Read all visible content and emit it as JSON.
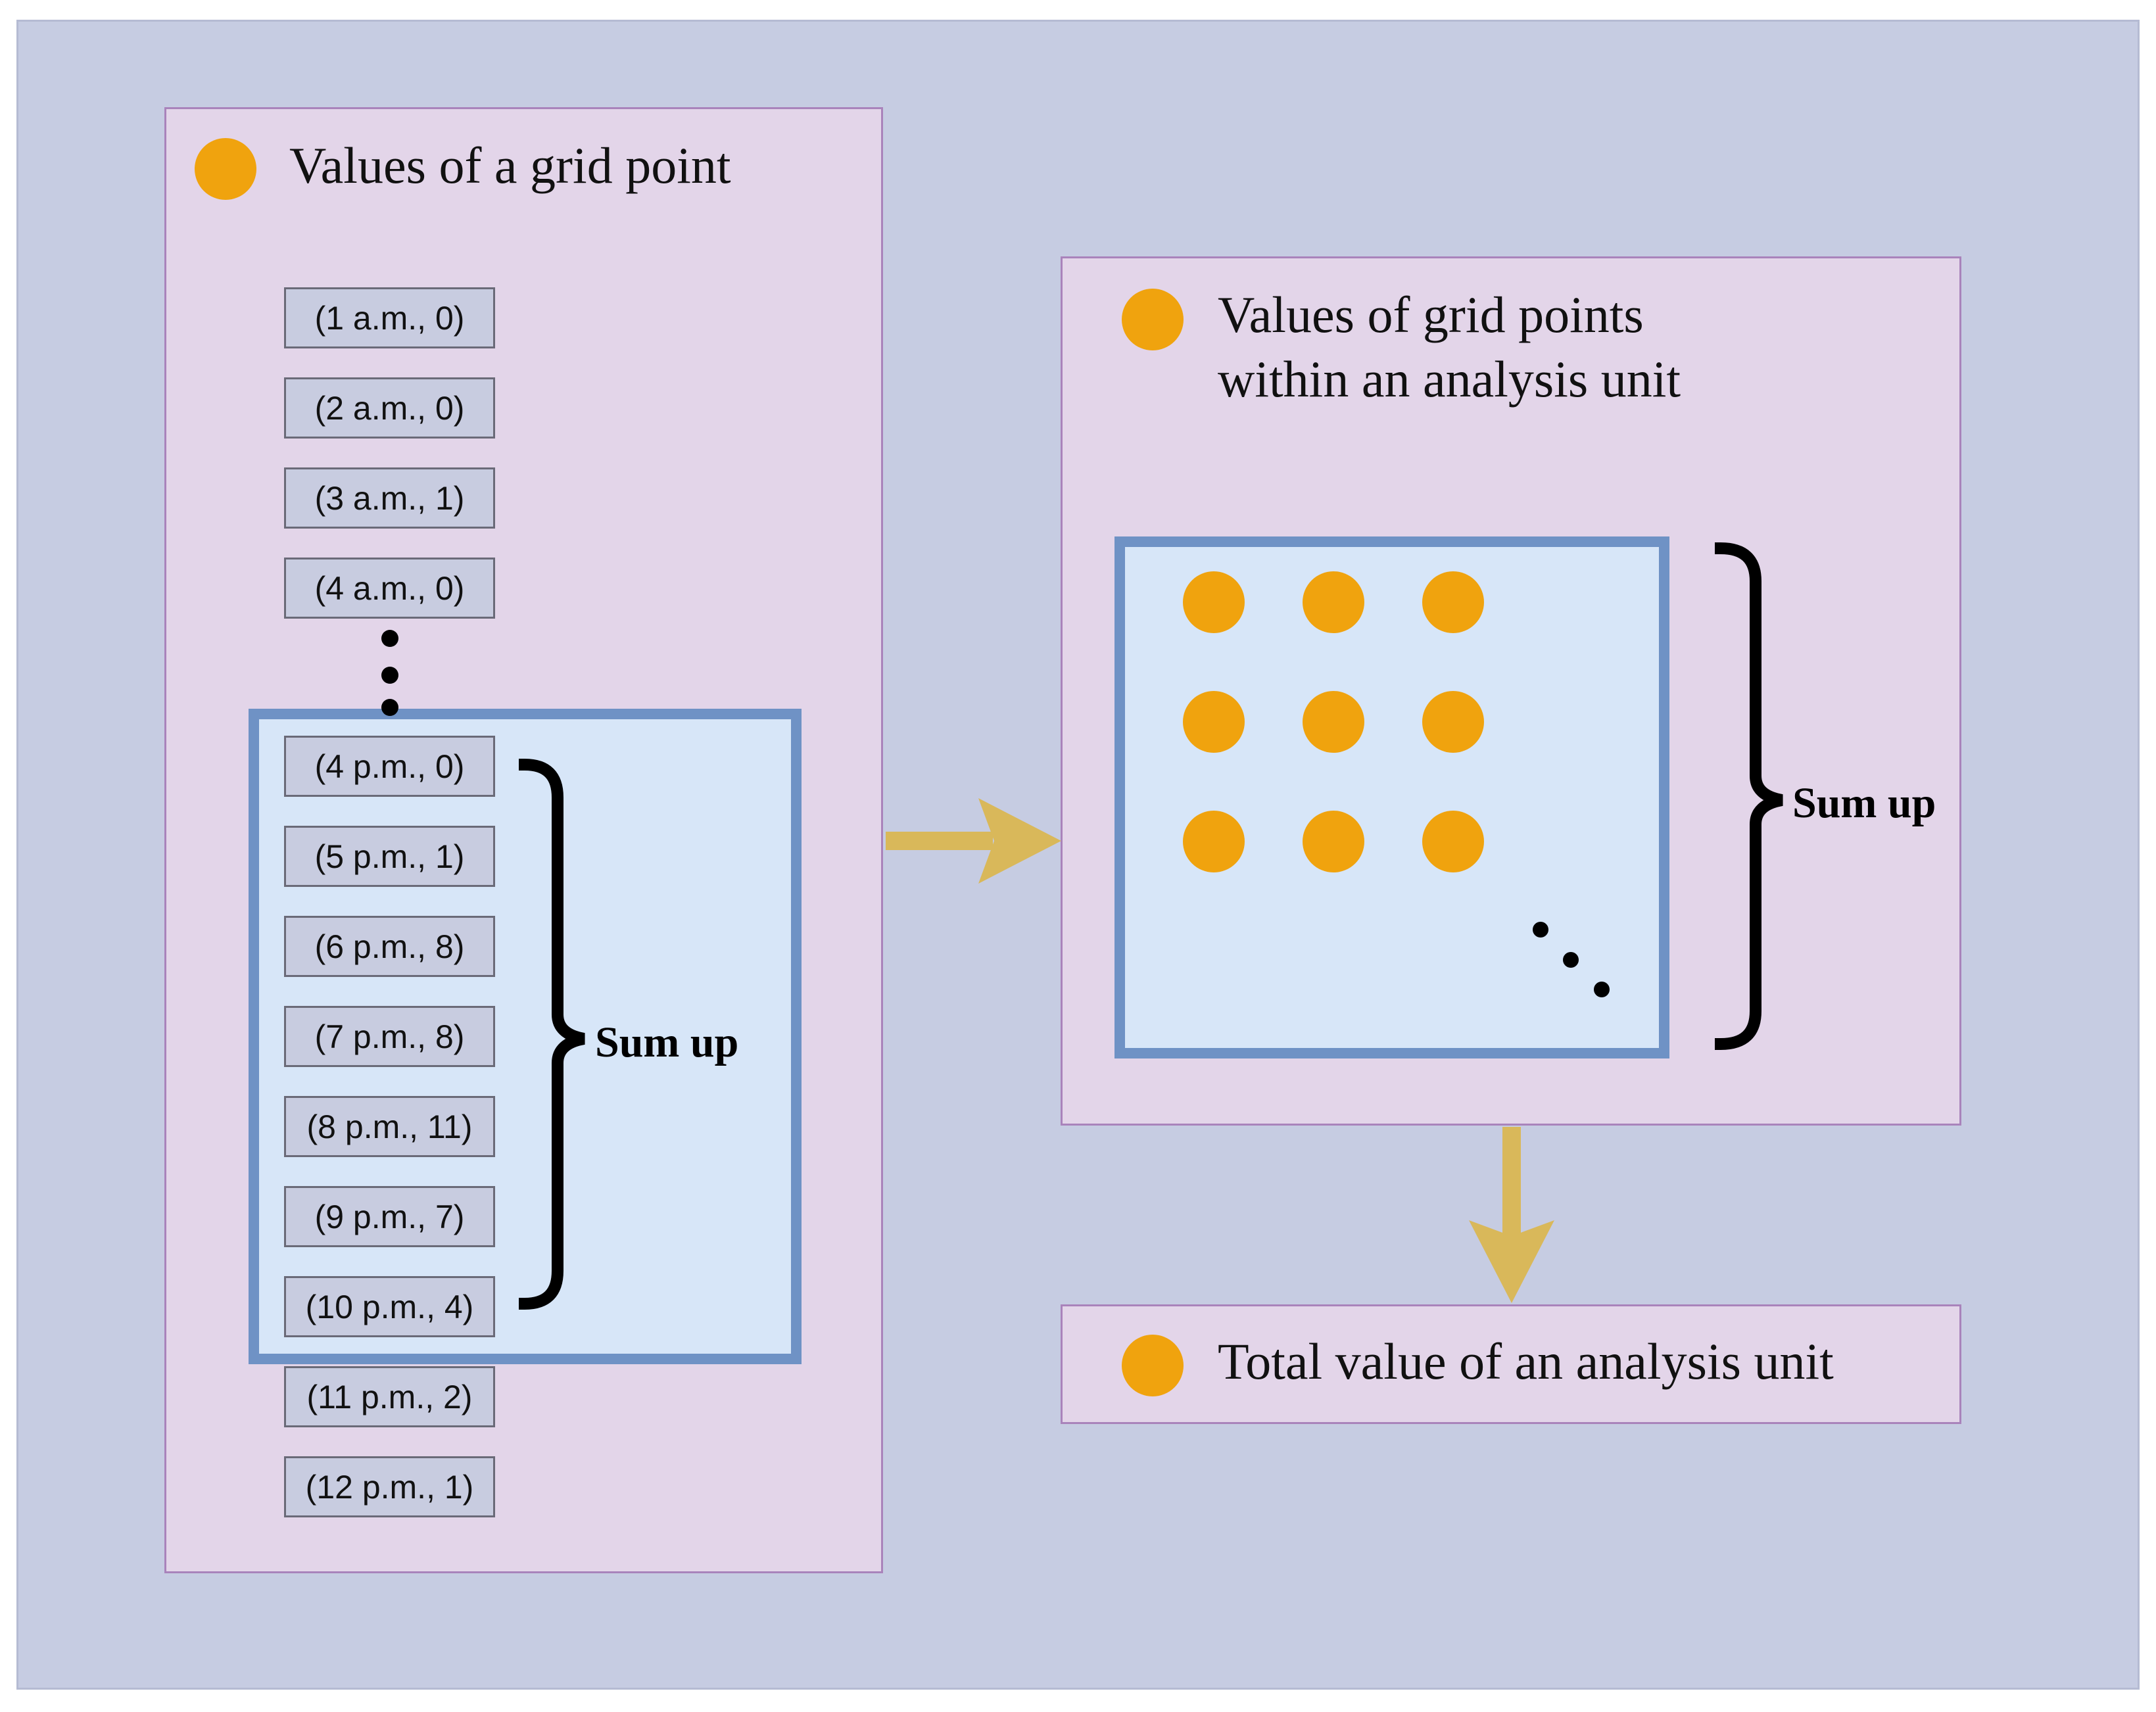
{
  "left_panel": {
    "title": "Values of a grid point",
    "entries": [
      "(1 a.m., 0)",
      "(2 a.m., 0)",
      "(3 a.m., 1)",
      "(4 a.m., 0)",
      "(4 p.m., 0)",
      "(5 p.m., 1)",
      "(6 p.m., 8)",
      "(7 p.m., 8)",
      "(8 p.m., 11)",
      "(9 p.m., 7)",
      "(10 p.m., 4)",
      "(11 p.m., 2)",
      "(12 p.m., 1)"
    ],
    "sum_label": "Sum up"
  },
  "right_panel": {
    "title_line1": "Values of grid points",
    "title_line2": "within an analysis unit",
    "sum_label": "Sum up"
  },
  "bottom_panel": {
    "title": "Total value of an analysis unit"
  },
  "colors": {
    "background": "#c6cce2",
    "panel": "#e3d5e9",
    "highlight": "#d7e6f8",
    "highlight_border": "#6f92c5",
    "dot": "#f0a30e",
    "arrow": "#d9b85a"
  }
}
